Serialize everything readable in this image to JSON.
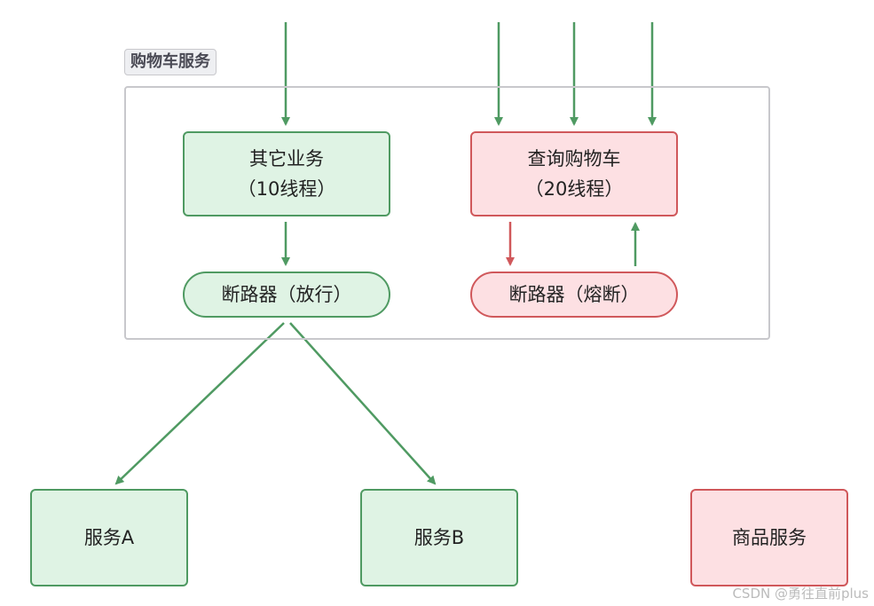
{
  "container": {
    "label": "购物车服务"
  },
  "nodes": {
    "other_business": {
      "line1": "其它业务",
      "line2": "（10线程）"
    },
    "query_cart": {
      "line1": "查询购物车",
      "line2": "（20线程）"
    },
    "breaker_open": {
      "label": "断路器（放行）"
    },
    "breaker_tripped": {
      "label": "断路器（熔断）"
    },
    "service_a": {
      "label": "服务A"
    },
    "service_b": {
      "label": "服务B"
    },
    "product_service": {
      "label": "商品服务"
    }
  },
  "colors": {
    "green_fill": "#dff3e4",
    "green_stroke": "#4f9a62",
    "red_fill": "#fde0e3",
    "red_stroke": "#d0585b",
    "container_border": "#c8c8cc"
  },
  "watermark": "CSDN @勇往直前plus"
}
